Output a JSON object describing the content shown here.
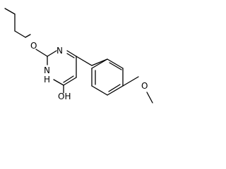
{
  "molecule": {
    "atom_labels": {
      "ether_oxygen": "O",
      "ring_nitrogen_top": "N",
      "ring_nitrogen_bottom": "N",
      "ring_nh_hydrogen": "H",
      "hydroxyl": "OH",
      "methoxy_oxygen": "O"
    },
    "colors": {
      "bond": "#000000",
      "label": "#000000",
      "background": "#ffffff"
    }
  }
}
